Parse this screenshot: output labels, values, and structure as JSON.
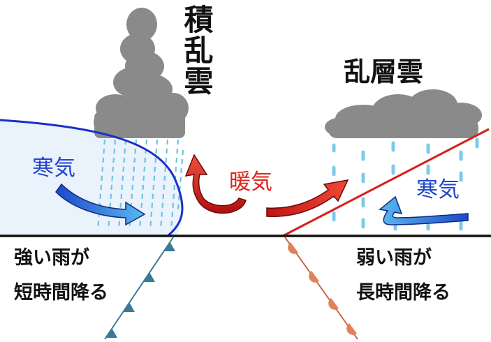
{
  "clouds": {
    "cumulonimbus": "積乱雲",
    "nimbostratus": "乱層雲"
  },
  "airmass": {
    "cold_left": "寒気",
    "warm": "暖気",
    "cold_right": "寒気"
  },
  "rain": {
    "cold_front_line1": "強い雨が",
    "cold_front_line2": "短時間降る",
    "warm_front_line1": "弱い雨が",
    "warm_front_line2": "長時間降る"
  },
  "colors": {
    "cold_air": "#2246cc",
    "warm_air": "#e0241b",
    "cloud": "#8a8a8a",
    "rain": "#5cc0e0",
    "cold_front_symbol": "#3b7a96",
    "warm_front_symbol": "#e0825a"
  }
}
